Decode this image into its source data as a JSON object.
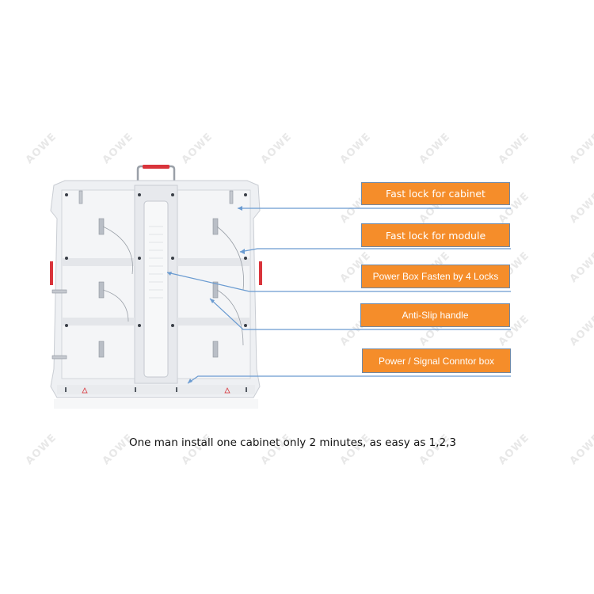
{
  "watermark": {
    "text": "AOWE",
    "color": "#e6e6e6"
  },
  "product": {
    "name": "LED display cabinet (rear view)",
    "handle_color": "#d9343b",
    "body_color": "#f1f2f4"
  },
  "callouts": [
    {
      "id": "fast-lock-cabinet",
      "label": "Fast lock for cabinet"
    },
    {
      "id": "fast-lock-module",
      "label": "Fast lock for module"
    },
    {
      "id": "power-box-fasten",
      "label": "Power Box Fasten by 4 Locks"
    },
    {
      "id": "anti-slip-handle",
      "label": "Anti-Slip handle"
    },
    {
      "id": "power-signal-connector",
      "label": "Power / Signal Conntor box"
    }
  ],
  "caption": {
    "text": "One man install one cabinet only 2 minutes, as easy as 1,2,3"
  },
  "colors": {
    "callout_fill": "#f58d2a",
    "callout_border": "#6e89a8",
    "leader_line": "#6a9bd1",
    "callout_text": "#ffffff"
  }
}
